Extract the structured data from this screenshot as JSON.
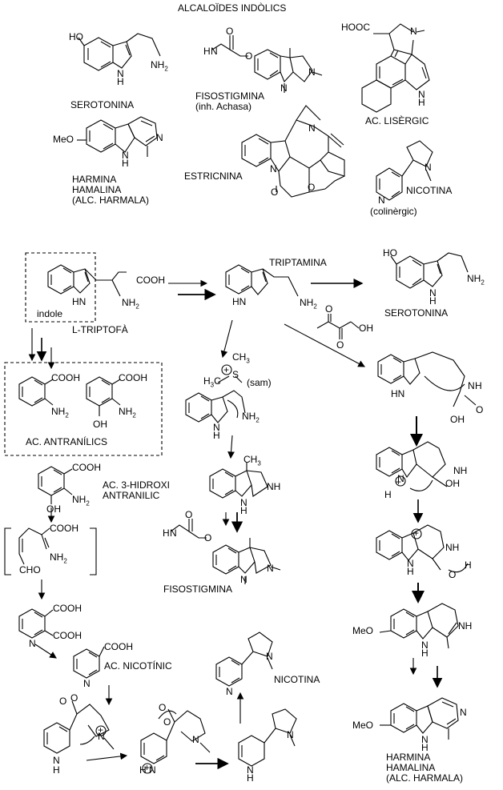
{
  "title": "ALCALOÏDES INDÒLICS",
  "top_labels": {
    "serotonina": "SEROTONINA",
    "fisostigmina": "FISOSTIGMINA",
    "fisostigmina_note": "(inh. Achasa)",
    "lisergic": "AC. LISÈRGIC",
    "harmina": "HARMINA",
    "hamalina": "HAMALINA",
    "harmala": "(ALC. HARMALA)",
    "estricnina": "ESTRICNINA",
    "nicotina": "NICOTINA",
    "colinergic": "(colinèrgic)"
  },
  "atoms": {
    "ho": "HO",
    "nh2": "NH",
    "nh2_sub": "2",
    "h": "H",
    "n": "N",
    "o": "O",
    "meo": "MeO",
    "hooc": "HOOC",
    "cooh": "COOH",
    "ch3": "CH",
    "ch3_sub": "3",
    "cho": "CHO",
    "nh": "NH",
    "oh": "OH",
    "h3c": "H",
    "h3c_sub": "3",
    "h3c_c": "C",
    "s": "S",
    "sam": "(sam)",
    "plus": "+"
  },
  "pathway_labels": {
    "triptofa": "L-TRIPTOFÀ",
    "indole": "indole",
    "triptamina": "TRIPTAMINA",
    "serotonina": "SEROTONINA",
    "antranilics": "AC. ANTRANÍLICS",
    "hidroxi_1": "AC. 3-HIDROXI",
    "hidroxi_2": "ANTRANILIC",
    "nicotinic": "AC. NICOTÍNIC",
    "fisostigmina": "FISOSTIGMINA",
    "nicotina": "NICOTINA",
    "harmina": "HARMINA",
    "hamalina": "HAMALINA",
    "harmala": "(ALC. HARMALA)"
  }
}
